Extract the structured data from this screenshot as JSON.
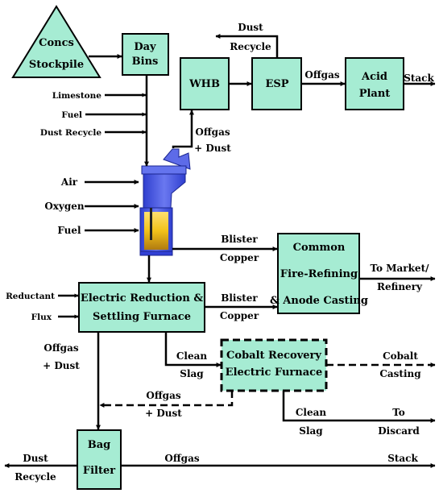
{
  "nodes": {
    "concs": [
      "Concs",
      "Stockpile"
    ],
    "day_bins": [
      "Day",
      "Bins"
    ],
    "whb": "WHB",
    "esp": "ESP",
    "acid_plant": [
      "Acid",
      "Plant"
    ],
    "common": [
      "Common",
      "Fire-Refining",
      "& Anode Casting"
    ],
    "erf": [
      "Electric Reduction  &",
      "Settling Furnace"
    ],
    "cobalt": [
      "Cobalt Recovery",
      "Electric Furnace"
    ],
    "bag_filter": [
      "Bag",
      "Filter"
    ]
  },
  "labels": {
    "dust_recycle_top": [
      "Dust",
      "Recycle"
    ],
    "offgas_esp": "Offgas",
    "stack_top": "Stack",
    "limestone": "Limestone",
    "fuel_top": "Fuel",
    "dust_recycle_in": "Dust Recycle",
    "offgas_dust_flash": [
      "Offgas",
      "+ Dust"
    ],
    "air": "Air",
    "oxygen": "Oxygen",
    "fuel_mid": "Fuel",
    "blister_copper_1": [
      "Blister",
      "Copper"
    ],
    "blister_copper_2": [
      "Blister",
      "Copper"
    ],
    "to_market": [
      "To Market/",
      "Refinery"
    ],
    "reductant": "Reductant",
    "flux": "Flux",
    "offgas_dust_erf": [
      "Offgas",
      "+ Dust"
    ],
    "clean_slag_1": [
      "Clean",
      "Slag"
    ],
    "cobalt_casting": [
      "Cobalt",
      "Casting"
    ],
    "offgas_dust_cobalt": [
      "Offgas",
      "+ Dust"
    ],
    "clean_slag_2": [
      "Clean",
      "Slag"
    ],
    "to_discard": [
      "To",
      "Discard"
    ],
    "dust_recycle_bottom": [
      "Dust",
      "Recycle"
    ],
    "offgas_bottom": "Offgas",
    "stack_bottom": "Stack"
  },
  "colors": {
    "box_fill": "#a6ecd3",
    "furnace_blue": "#4655e0",
    "melt_yellow": "#f2c21a"
  }
}
